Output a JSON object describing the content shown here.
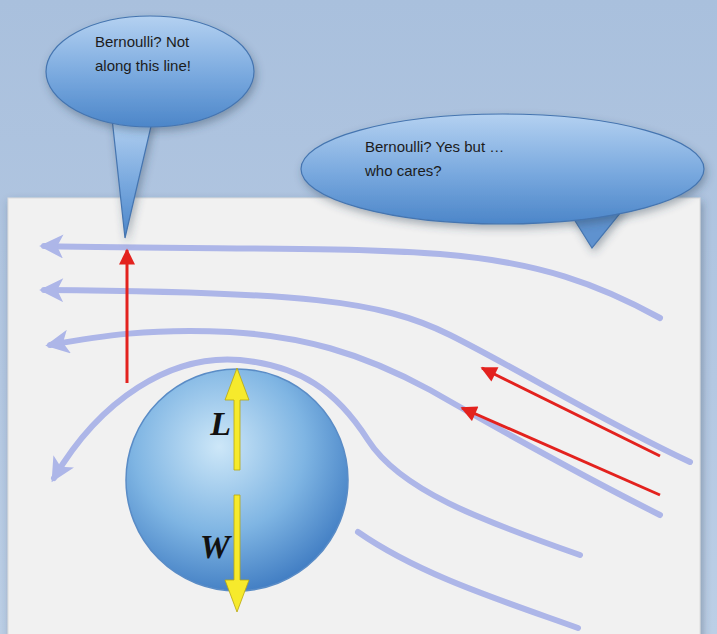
{
  "diagram": {
    "nodes": [
      {
        "text": [
          "Bernoulli? Not along this line!"
        ]
      },
      {
        "text": [
          "Bernoulli? Yes but … who cares?"
        ]
      },
      {
        "text": [
          "L",
          "W"
        ]
      }
    ]
  }
}
